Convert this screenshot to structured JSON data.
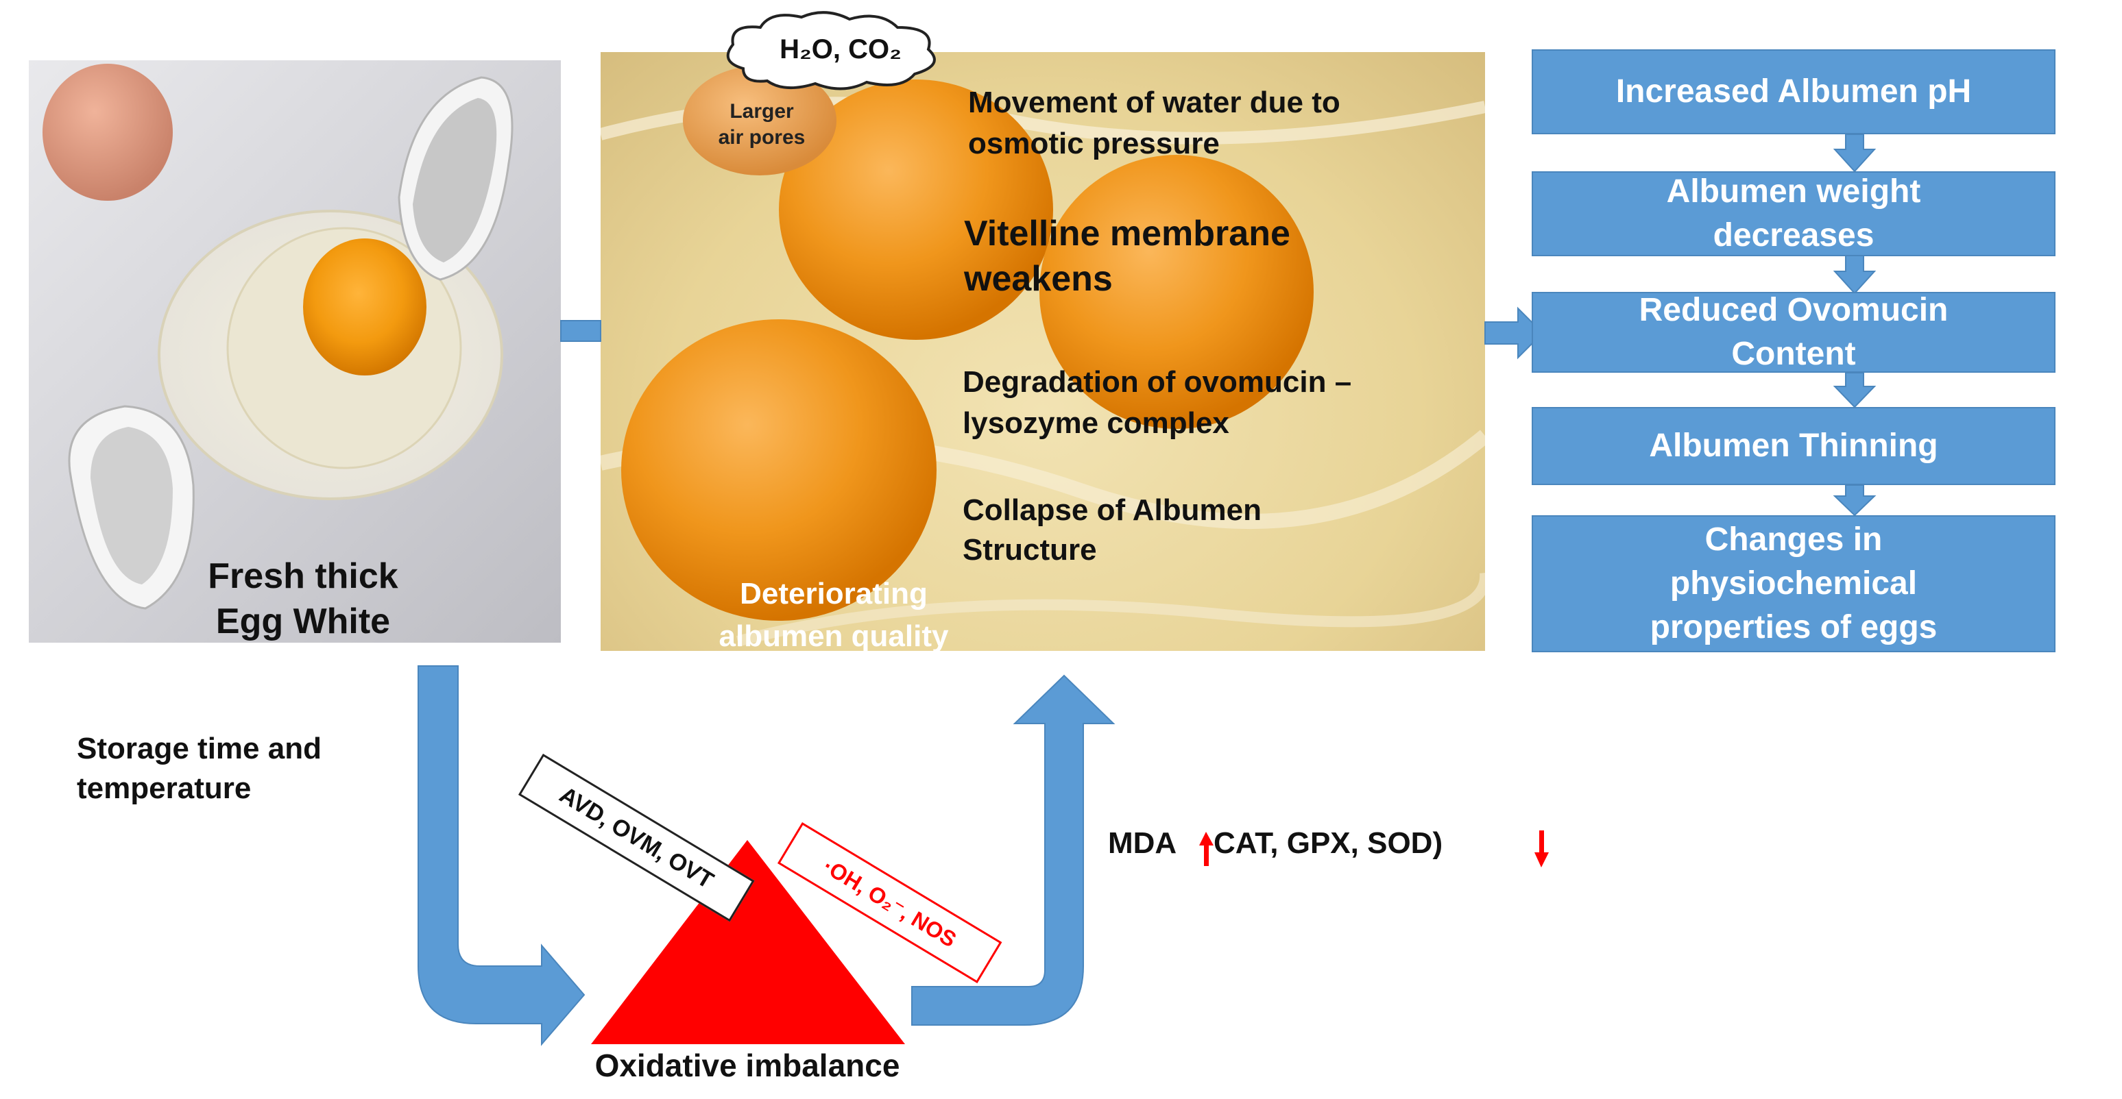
{
  "fresh_photo": {
    "caption_line1": "Fresh thick",
    "caption_line2": "Egg White"
  },
  "deteriorating_photo": {
    "cloud_label": "H₂O, CO₂",
    "egg_label_line1": "Larger",
    "egg_label_line2": "air pores",
    "steps": [
      {
        "line1": "Movement of water due to",
        "line2": "osmotic pressure"
      },
      {
        "line1": "Vitelline membrane",
        "line2": "weakens"
      },
      {
        "line1": "Degradation of ovomucin –",
        "line2": "lysozyme complex"
      },
      {
        "line1": "Collapse of Albumen",
        "line2": "Structure"
      }
    ],
    "caption_line1": "Deteriorating",
    "caption_line2": "albumen quality"
  },
  "flow_boxes": [
    {
      "line1": "Increased Albumen pH",
      "line2": "",
      "line3": ""
    },
    {
      "line1": "Albumen weight",
      "line2": "decreases",
      "line3": ""
    },
    {
      "line1": "Reduced Ovomucin",
      "line2": "Content",
      "line3": ""
    },
    {
      "line1": "Albumen Thinning",
      "line2": "",
      "line3": ""
    },
    {
      "line1": "Changes in",
      "line2": "physiochemical",
      "line3": "properties of eggs"
    }
  ],
  "storage_label": {
    "line1": "Storage time and",
    "line2": "temperature"
  },
  "balance": {
    "left_label": "AVD, OVM, OVT",
    "right_label": "·OH, O₂⁻, NOS",
    "triangle_label": "Oxidative imbalance"
  },
  "markers": {
    "mda": "MDA",
    "enzymes": "CAT, GPX, SOD)"
  },
  "colors": {
    "arrow_blue": "#5b9bd5",
    "box_blue": "#5b9bd5",
    "triangle_red": "#ff0000",
    "egg_yolk": "#f39a0f"
  }
}
